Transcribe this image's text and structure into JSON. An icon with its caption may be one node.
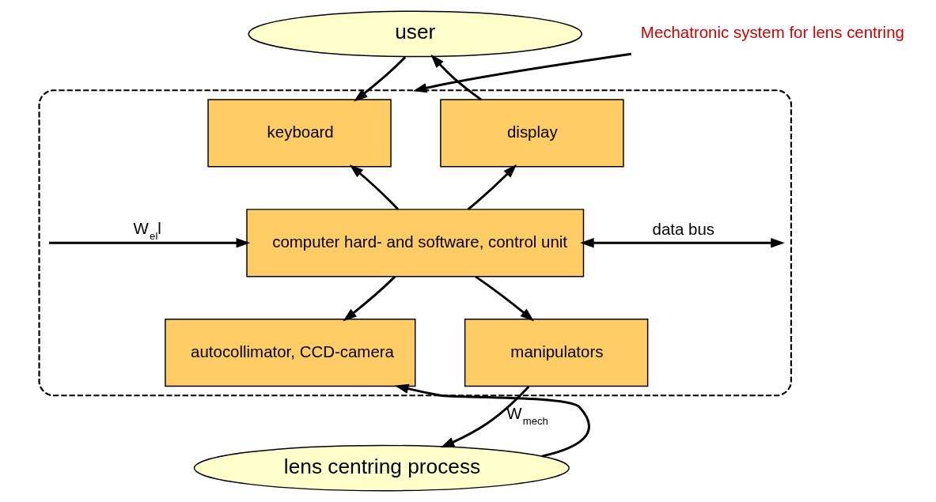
{
  "diagram": {
    "nodes": [
      {
        "text": [
          "user"
        ]
      },
      {
        "text": [
          "Mechatronic system for lens centring"
        ]
      },
      {
        "text": [],
        "shape": "ellipse"
      },
      {
        "text": [
          "keyboard"
        ],
        "in": 2
      },
      {
        "text": [
          "display"
        ],
        "in": 2
      },
      {
        "text": [
          "computer hard- and software, control unit"
        ],
        "in": 2
      },
      {
        "text": [
          "autocollimator, CCD-camera"
        ],
        "in": 2
      },
      {
        "text": [
          "manipulators"
        ],
        "in": 2
      },
      {
        "text": [
          "lens centring process"
        ]
      }
    ],
    "edges": [
      {
        "from": 1,
        "to": 2,
        "arrow": "to"
      },
      {
        "from": 0,
        "to": 3,
        "arrow": "to"
      },
      {
        "from": 5,
        "to": 3,
        "arrow": "to"
      },
      {
        "from": 4,
        "to": 0,
        "arrow": "to"
      },
      {
        "from": 5,
        "to": 4,
        "arrow": "to"
      },
      {
        "from": null,
        "to": 5,
        "arrow": "to",
        "label": "W$_{el}$l"
      },
      {
        "from": 5,
        "to": null,
        "arrow": "both",
        "label": "data bus"
      },
      {
        "from": 5,
        "to": 6,
        "arrow": "to"
      },
      {
        "from": 5,
        "to": 7,
        "arrow": "to"
      },
      {
        "from": 8,
        "to": 6,
        "arrow": "to"
      },
      {
        "from": 7,
        "to": 8,
        "arrow": "to",
        "label": "W$_{mech}$"
      }
    ]
  }
}
